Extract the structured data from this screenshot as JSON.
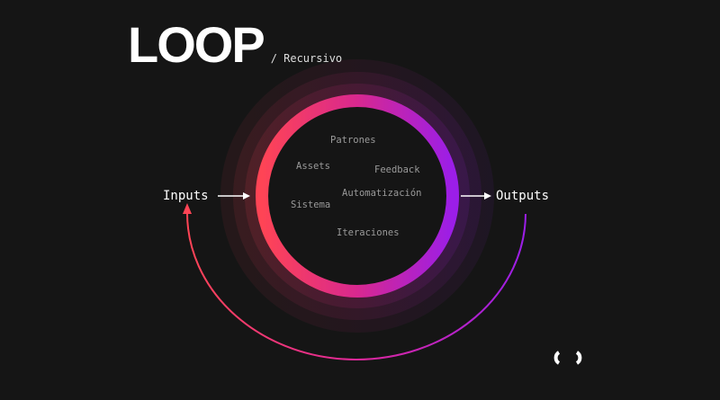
{
  "title": "LOOP",
  "subtitle": "/ Recursivo",
  "inputs_label": "Inputs",
  "outputs_label": "Outputs",
  "items": [
    "Patrones",
    "Assets",
    "Feedback",
    "Automatización",
    "Sistema",
    "Iteraciones"
  ],
  "colors": {
    "background": "#151515",
    "ring_start": "#ff4455",
    "ring_mid": "#d8288f",
    "ring_end": "#9b1ee8",
    "text_muted": "#9a9a9a"
  },
  "logo_icon": "brand-brackets-icon"
}
